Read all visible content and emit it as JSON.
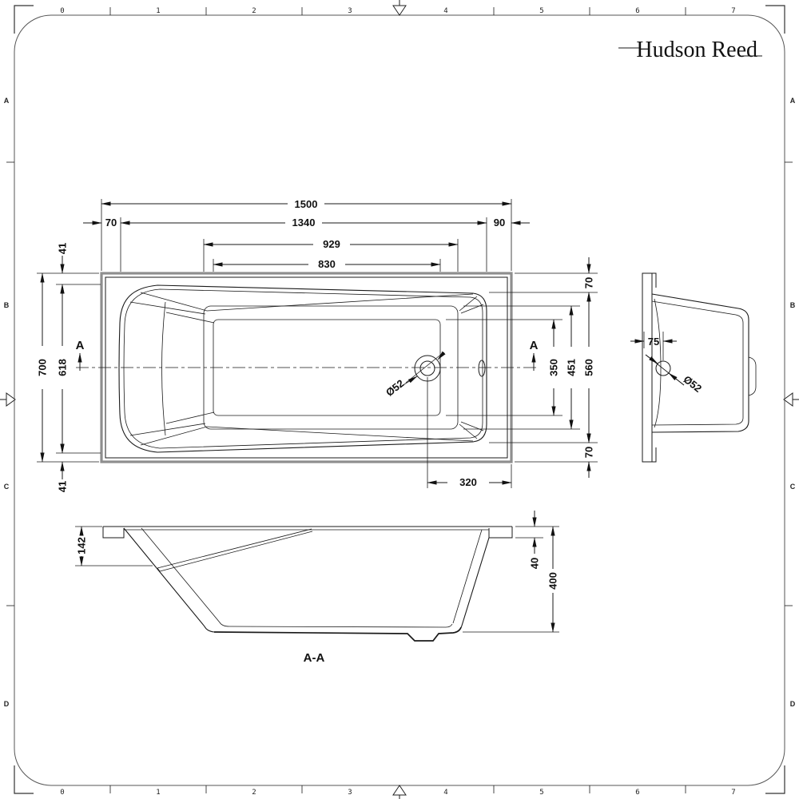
{
  "logo": {
    "brand": "Hudson Reed"
  },
  "frame": {
    "h": [
      "0",
      "1",
      "2",
      "3",
      "4",
      "5",
      "6",
      "7"
    ],
    "v": [
      "A",
      "B",
      "C",
      "D"
    ]
  },
  "plan": {
    "overall_length": "1500",
    "rim_offset_left": "70",
    "opening_length": "1340",
    "rim_offset_right": "90",
    "mid_length": "929",
    "floor_length": "830",
    "overall_width": "700",
    "opening_width_left": "618",
    "rim_offset_top": "41",
    "rim_offset_bottom": "41",
    "floor_width": "350",
    "mid_width": "451",
    "opening_width_right": "560",
    "rim_offset_top_right": "70",
    "rim_offset_bottom_right": "70",
    "drain_offset_from_end": "320",
    "drain_diameter": "Ø52",
    "section_marker": "A"
  },
  "end_view": {
    "drain_offset_from_rim": "75",
    "drain_diameter": "Ø52"
  },
  "section_view": {
    "label": "A-A",
    "backrest_drop": "142",
    "rim_depth": "40",
    "overall_depth": "400"
  }
}
